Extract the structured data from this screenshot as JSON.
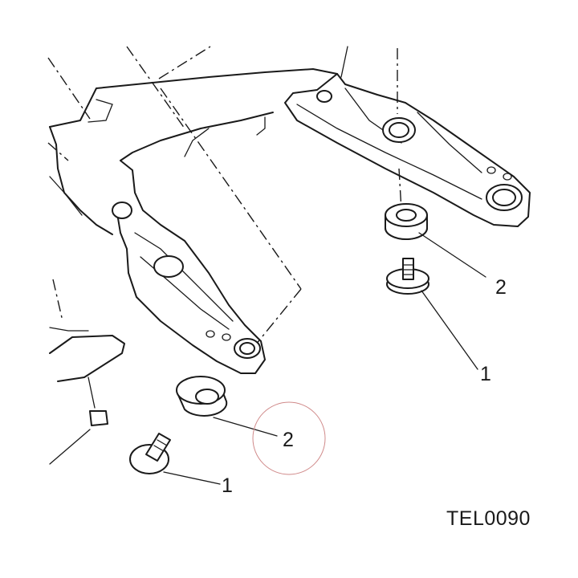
{
  "labels": {
    "right_washer": "2",
    "right_bolt": "1",
    "left_washer": "2",
    "left_bolt": "1"
  },
  "figure_code": "TEL0090",
  "colors": {
    "line": "#1a1a1a",
    "highlight_circle": "#d08a8a",
    "background": "#ffffff"
  }
}
